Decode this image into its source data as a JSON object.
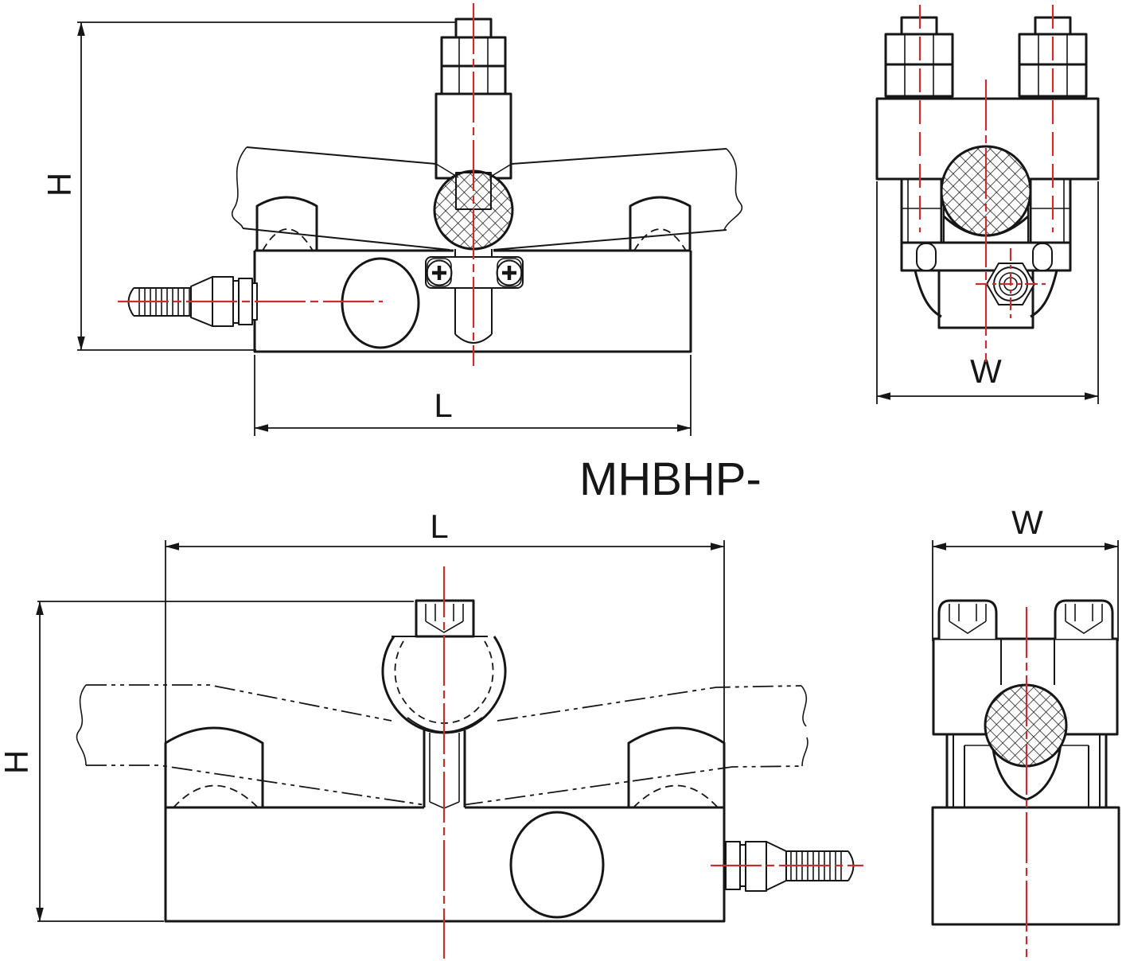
{
  "title": "MHBHP-",
  "colors": {
    "line": "#161616",
    "centerline": "#c62f2f",
    "background": "#ffffff"
  },
  "drawing": {
    "type": "engineering-drawing",
    "views": {
      "top_front": {
        "label_h": "H",
        "label_l": "L"
      },
      "top_side": {
        "label_w": "W"
      },
      "bottom_front": {
        "label_h": "H",
        "label_l": "L"
      },
      "bottom_side": {
        "label_w": "W"
      }
    }
  }
}
